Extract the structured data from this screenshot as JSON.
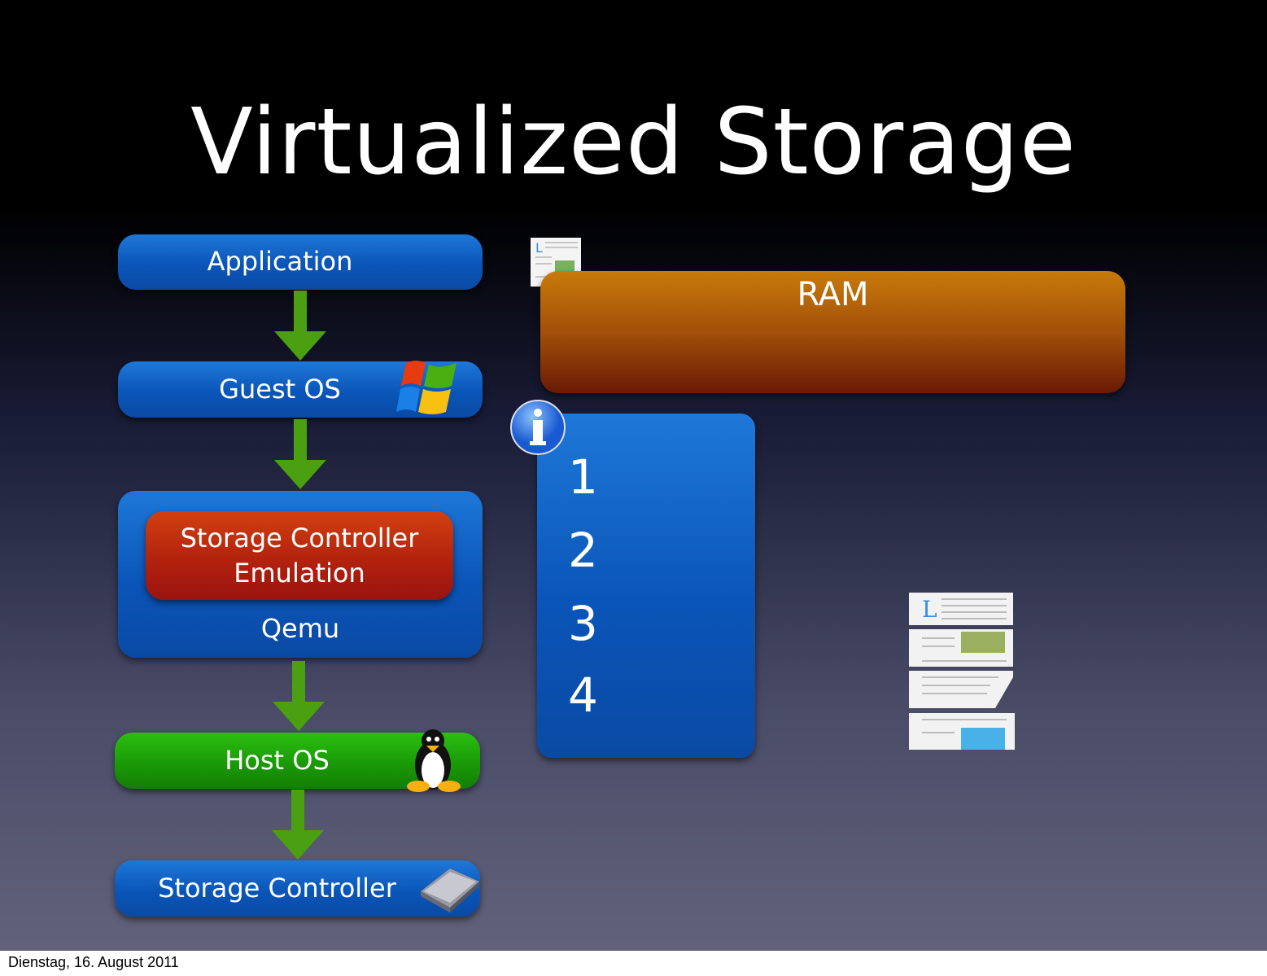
{
  "slide": {
    "title": "Virtualized Storage",
    "stack": {
      "application": "Application",
      "guest_os": "Guest OS",
      "emulation_line1": "Storage Controller",
      "emulation_line2": "Emulation",
      "qemu": "Qemu",
      "host_os": "Host OS",
      "storage_controller": "Storage Controller"
    },
    "ram": "RAM",
    "blocks": [
      "1",
      "2",
      "3",
      "4"
    ]
  },
  "footer": {
    "date": "Dienstag, 16. August 2011"
  },
  "colors": {
    "blue": "#0a55b8",
    "green": "#1a9a08",
    "red": "#b0200e",
    "orange": "#a2500a",
    "arrow": "#4aa010"
  }
}
